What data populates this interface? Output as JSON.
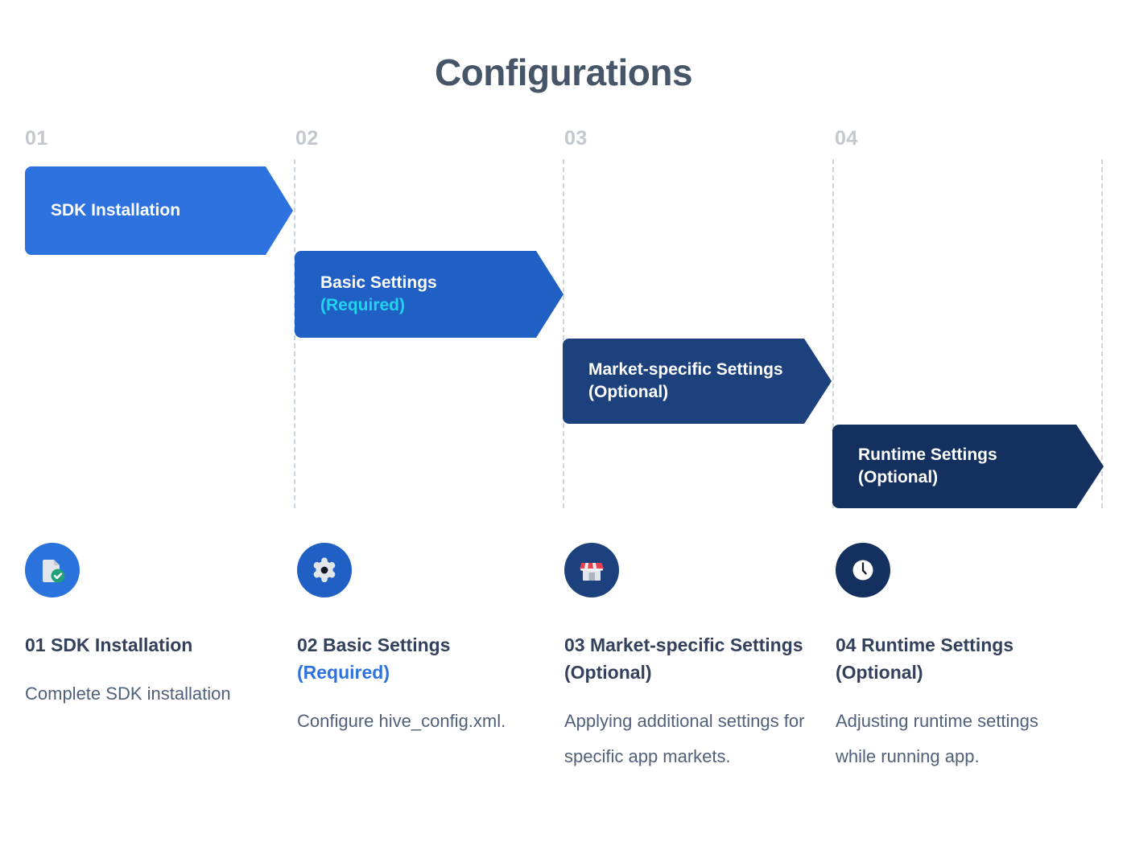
{
  "header": {
    "title": "Configurations"
  },
  "colors": {
    "title": "#475569",
    "step_number": "#c3c8ce",
    "guide_line": "#cbd5dd",
    "arrow_1": "#2e72e0",
    "arrow_2": "#2060c4",
    "arrow_3": "#1c417c",
    "arrow_4": "#14305f",
    "required_cyan": "#22d3ee",
    "required_blue": "#2e72e0",
    "heading": "#33415c",
    "body": "#50607a",
    "check_green": "#21a179",
    "awning_red": "#e8414f",
    "document_gray": "#e2e6ea"
  },
  "steps": [
    {
      "number": "01",
      "arrow_title": "SDK Installation",
      "arrow_sub": "",
      "icon": "document-check-icon",
      "heading": "01 SDK Installation",
      "heading_tag": "",
      "body": "Complete SDK installation"
    },
    {
      "number": "02",
      "arrow_title": "Basic Settings",
      "arrow_sub": "(Required)",
      "icon": "gear-icon",
      "heading": "02 Basic Settings",
      "heading_tag": "(Required)",
      "body": "Configure hive_config.xml."
    },
    {
      "number": "03",
      "arrow_title": "Market-specific Settings",
      "arrow_sub": "(Optional)",
      "icon": "storefront-icon",
      "heading": "03 Market-specific Settings (Optional)",
      "heading_tag": "",
      "body": "Applying additional settings for specific app markets."
    },
    {
      "number": "04",
      "arrow_title": "Runtime Settings",
      "arrow_sub": "(Optional)",
      "icon": "clock-icon",
      "heading": "04 Runtime Settings (Optional)",
      "heading_tag": "",
      "body": "Adjusting runtime settings while running app."
    }
  ]
}
